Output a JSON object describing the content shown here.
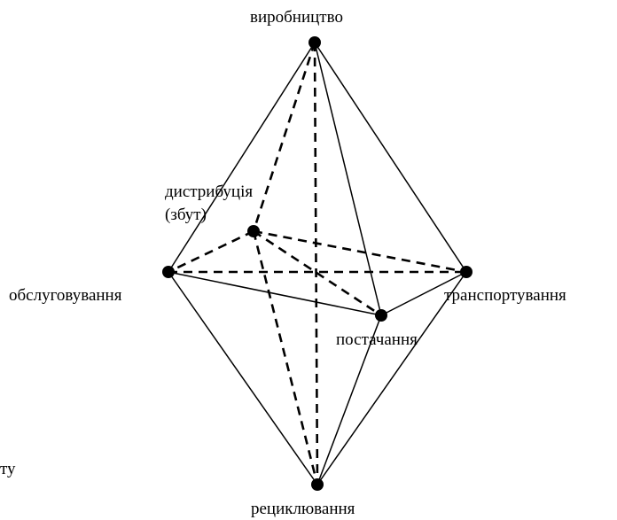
{
  "colors": {
    "line": "#000000",
    "node": "#000000",
    "background": "#ffffff"
  },
  "nodes": {
    "production": "виробництво",
    "distribution_line1": "дистрибуція",
    "distribution_line2": "(збут)",
    "service": "обслуговування",
    "transport": "транспортування",
    "supply": "постачання",
    "recycling": "рециклювання"
  },
  "fragment_text": "ту"
}
